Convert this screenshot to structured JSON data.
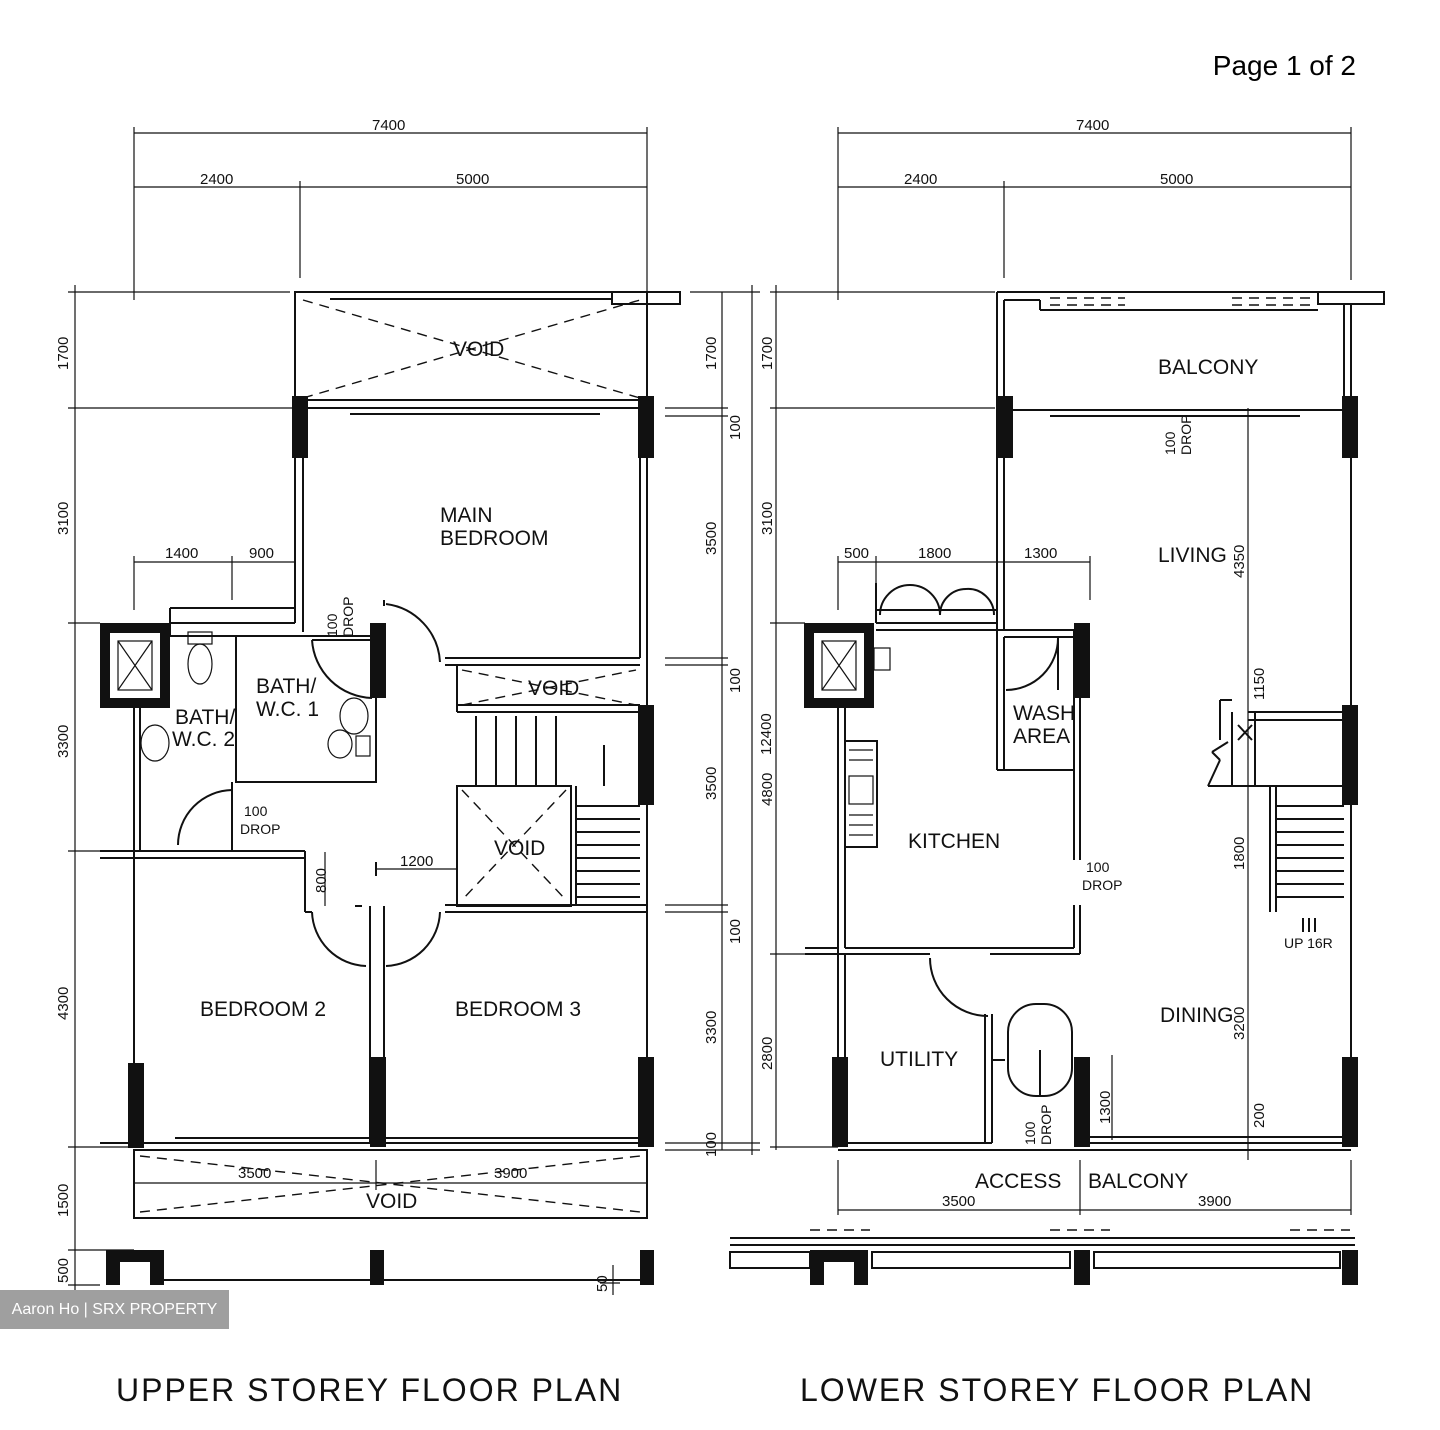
{
  "page_number": "Page 1 of 2",
  "watermark": "Aaron Ho | SRX PROPERTY",
  "upper": {
    "title": "UPPER STOREY FLOOR PLAN",
    "rooms": {
      "void_top": "VOID",
      "main_bedroom_1": "MAIN",
      "main_bedroom_2": "BEDROOM",
      "bath1_line1": "BATH/",
      "bath1_line2": "W.C. 1",
      "bath2_line1": "BATH/",
      "bath2_line2": "W.C. 2",
      "void_stair": "VOID",
      "void_middle": "VOID",
      "bedroom2": "BEDROOM 2",
      "bedroom3": "BEDROOM 3",
      "void_bottom": "VOID"
    },
    "drops": {
      "drop_a_value": "100",
      "drop_a_label": "DROP",
      "drop_b_value": "100",
      "drop_b_label": "DROP"
    },
    "dims": {
      "top_total": "7400",
      "top_left": "2400",
      "top_right": "5000",
      "inner_left": "1400",
      "inner_right": "900",
      "corridor": "1200",
      "door_gap": "800",
      "bottom_left": "3500",
      "bottom_right": "3900",
      "left_1": "1700",
      "left_2": "3100",
      "left_3": "3300",
      "left_4": "4300",
      "left_5": "1500",
      "left_6": "500",
      "right_1": "1700",
      "right_2": "100",
      "right_3": "3500",
      "right_4": "100",
      "right_5": "3500",
      "right_6": "100",
      "right_7": "3300",
      "right_8": "100",
      "right_total": "12400",
      "bottom_small": "50"
    }
  },
  "lower": {
    "title": "LOWER STOREY FLOOR PLAN",
    "rooms": {
      "balcony": "BALCONY",
      "living": "LIVING",
      "kitchen": "KITCHEN",
      "wash_1": "WASH",
      "wash_2": "AREA",
      "utility": "UTILITY",
      "dining": "DINING",
      "access": "ACCESS",
      "access_balcony": "BALCONY",
      "stair": "UP 16R"
    },
    "drops": {
      "drop_a_value": "100",
      "drop_a_label": "DROP",
      "drop_b_value": "100",
      "drop_b_label": "DROP",
      "drop_c_value": "100",
      "drop_c_label": "DROP"
    },
    "dims": {
      "top_total": "7400",
      "top_left": "2400",
      "top_right": "5000",
      "inner_a": "500",
      "inner_b": "1800",
      "inner_c": "1300",
      "bottom_left": "3500",
      "bottom_right": "3900",
      "left_1": "1700",
      "left_2": "3100",
      "left_3": "4800",
      "left_4": "2800",
      "v_4350": "4350",
      "v_1150": "1150",
      "v_1800": "1800",
      "v_3200": "3200",
      "v_200": "200",
      "v_1300": "1300"
    }
  }
}
